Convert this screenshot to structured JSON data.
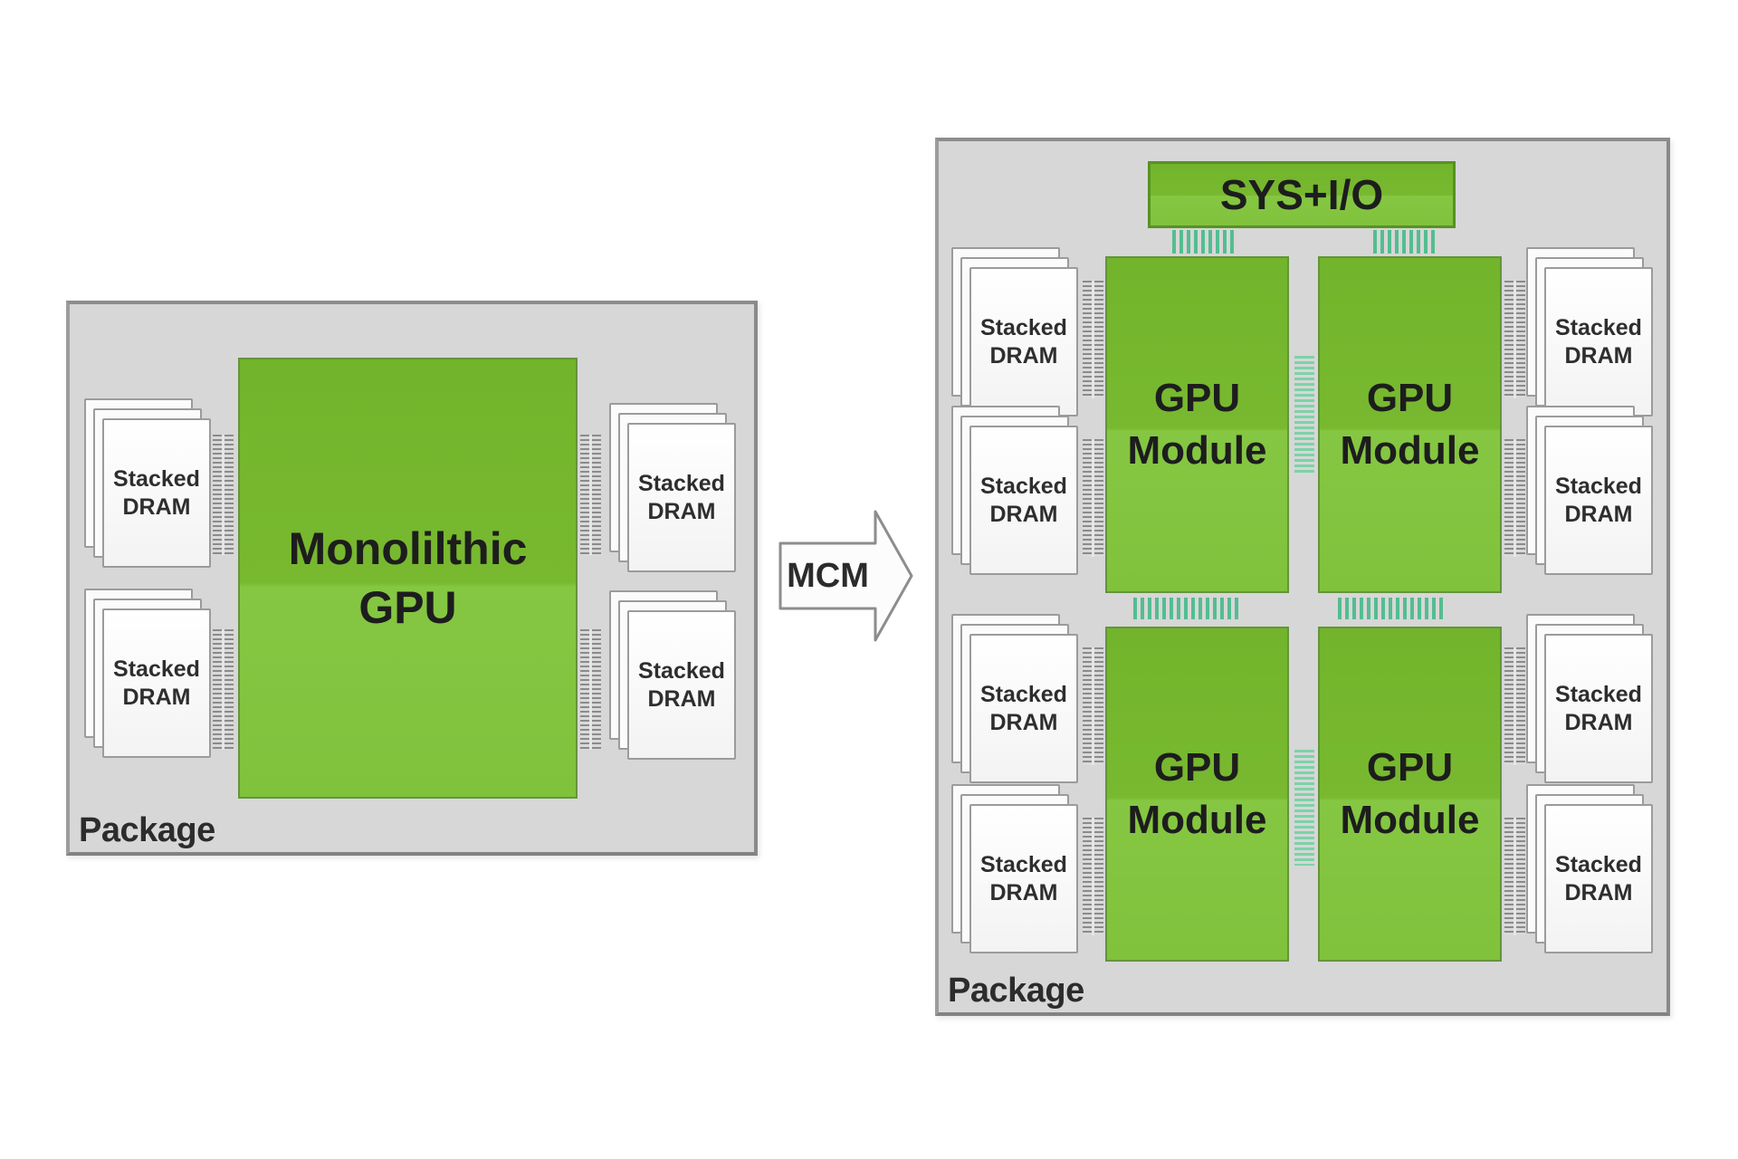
{
  "diagram": {
    "left_package": {
      "label": "Package",
      "chip_line1": "Monolilthic",
      "chip_line2": "GPU",
      "dram_stack_count": 4
    },
    "arrow_label": "MCM",
    "right_package": {
      "label": "Package",
      "sys_io_label": "SYS+I/O",
      "module_line1": "GPU",
      "module_line2": "Module",
      "gpu_module_count": 4,
      "dram_stack_count": 8
    },
    "dram_label_line1": "Stacked",
    "dram_label_line2": "DRAM"
  },
  "colors": {
    "gpu_green": "#77b82e",
    "gpu_green_light": "#84c641",
    "gpu_green_border": "#5f9b28",
    "package_fill": "#d7d7d7",
    "package_border": "#939393",
    "teal_link": "#54bd90",
    "teal_link_light": "#7bd3a8",
    "gray_link": "#8b8b8b",
    "text_dark": "#1d1d1d"
  }
}
